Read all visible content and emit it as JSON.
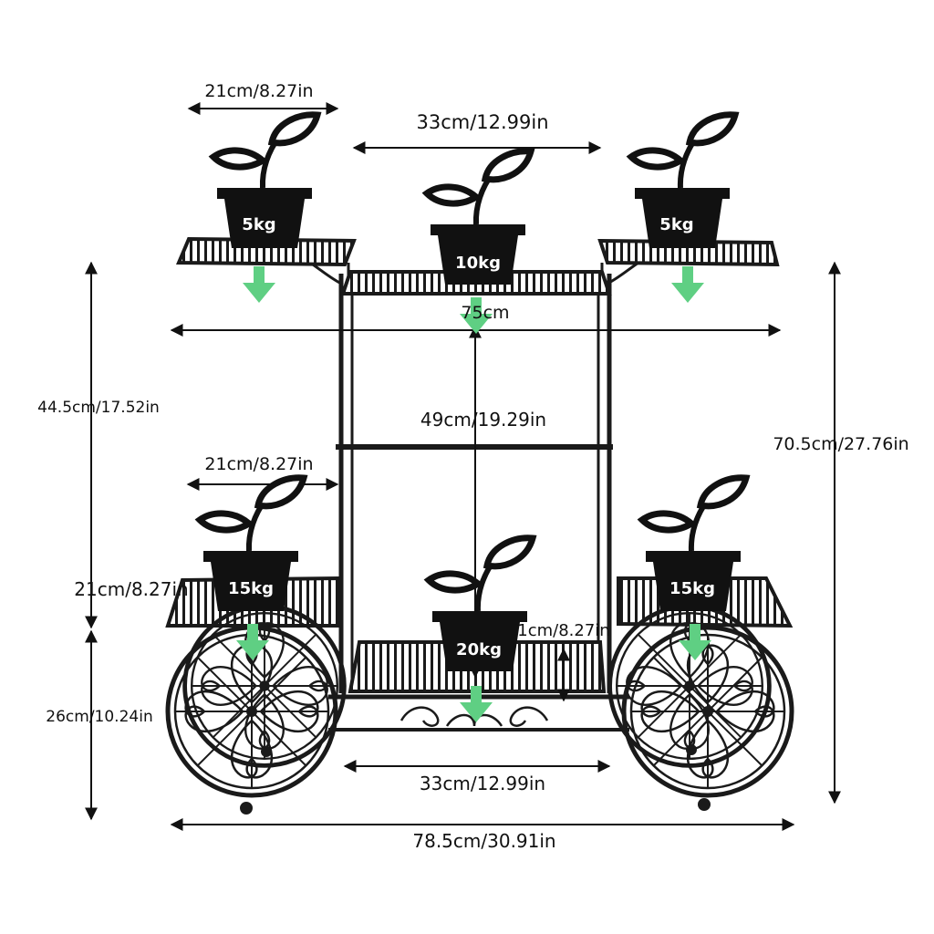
{
  "colors": {
    "frame": "#1a1a1a",
    "arrow": "#5fcf83",
    "dimension": "#111111",
    "background": "#ffffff",
    "pot_text": "#ffffff"
  },
  "dimensions": {
    "top_left_shelf_width": "21cm/8.27in",
    "top_center_shelf_width": "33cm/12.99in",
    "top_span_width": "75cm",
    "upper_left_height": "44.5cm/17.52in",
    "inner_height": "49cm/19.29in",
    "total_height": "70.5cm/27.76in",
    "lower_left_shelf_width": "21cm/8.27in",
    "lower_left_shelf_height": "21cm/8.27in",
    "bottom_shelf_height": "1cm/8.27in",
    "wheel_height": "26cm/10.24in",
    "bottom_shelf_width": "33cm/12.99in",
    "total_width": "78.5cm/30.91in"
  },
  "loads": {
    "top_left": "5kg",
    "top_center": "10kg",
    "top_right": "5kg",
    "lower_left": "15kg",
    "bottom_center": "20kg",
    "lower_right": "15kg"
  },
  "icons": {
    "pot": "potted-plant-icon",
    "load": "down-arrow-icon",
    "wheel": "cart-wheel-icon"
  }
}
